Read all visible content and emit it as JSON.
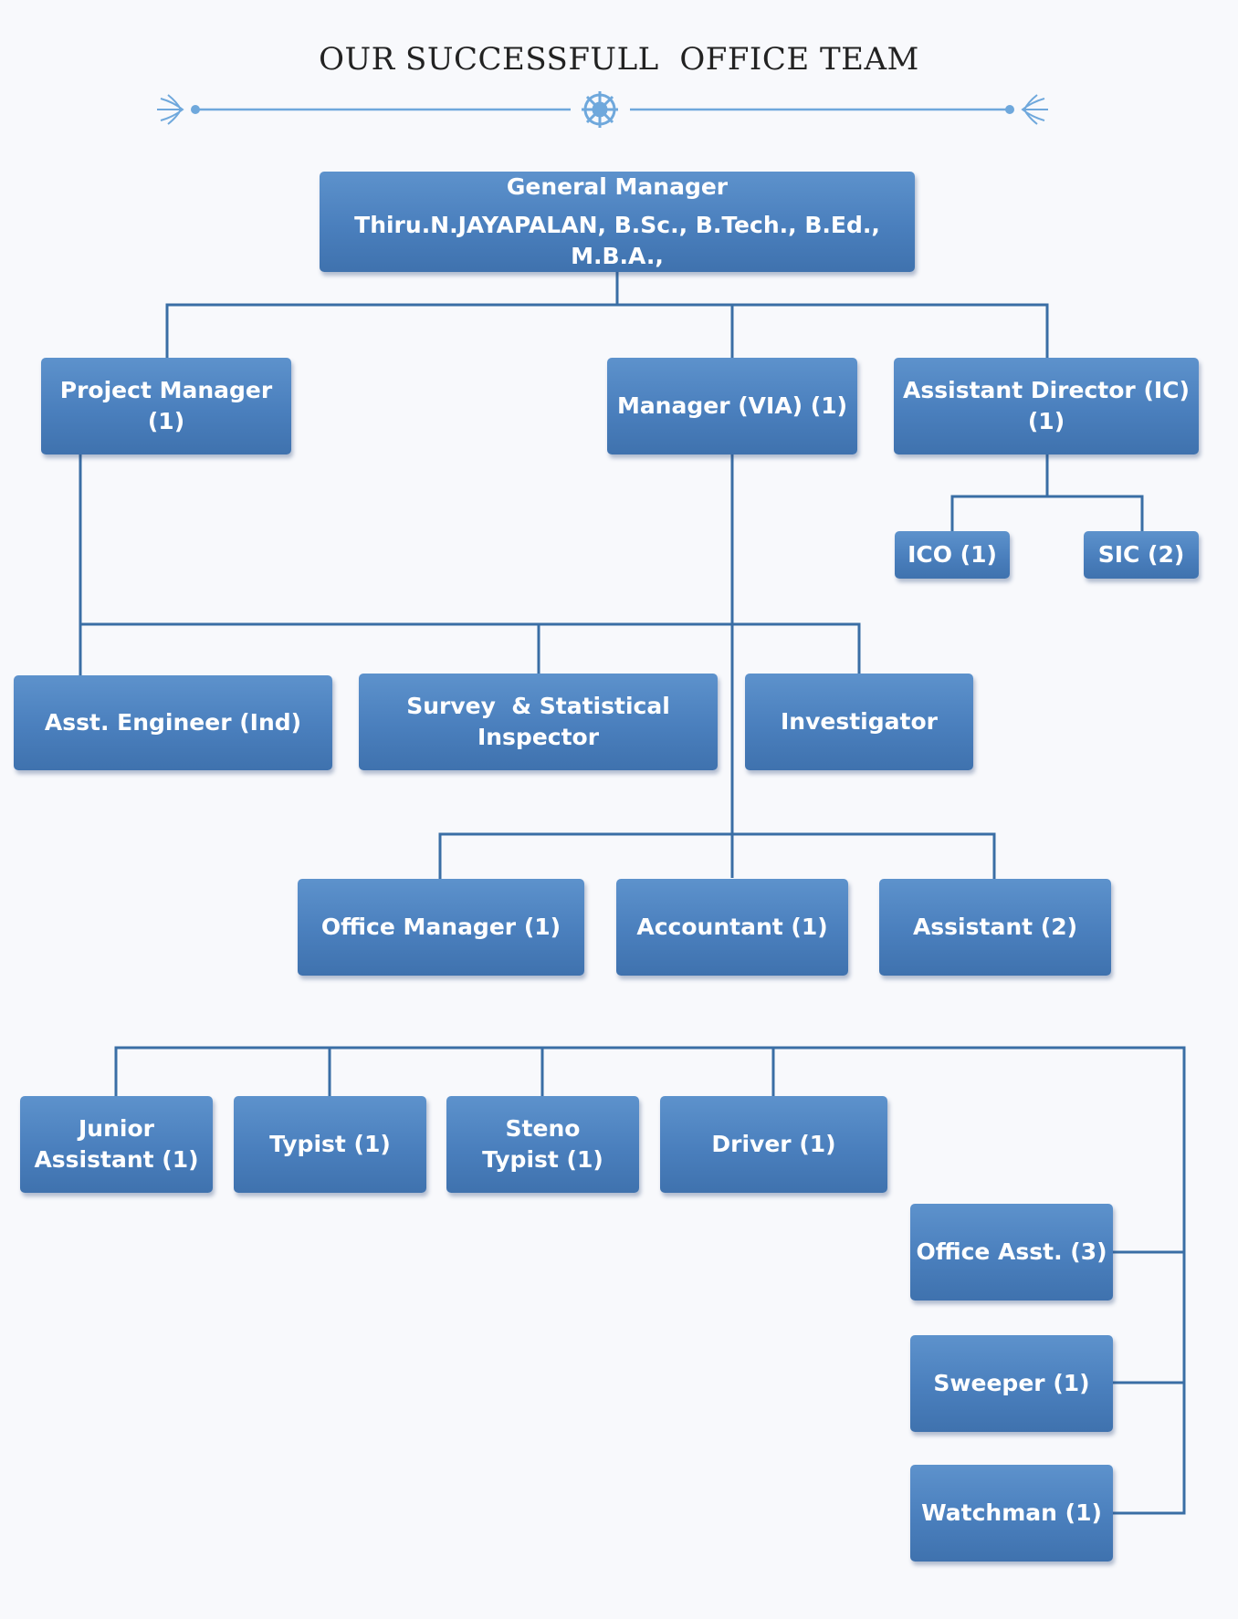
{
  "title": "OUR SUCCESSFULL  OFFICE TEAM",
  "colors": {
    "box": "#4a7fbd",
    "line": "#3a6ea5",
    "ornament": "#6fa8dc"
  },
  "boxes": {
    "general_manager": {
      "line1": "General Manager",
      "line2": "Thiru.N.JAYAPALAN, B.Sc., B.Tech., B.Ed., M.B.A.,"
    },
    "project_manager": "Project Manager (1)",
    "manager_via": "Manager (VIA) (1)",
    "assistant_director": "Assistant Director (IC) (1)",
    "ico": "ICO (1)",
    "sic": "SIC (2)",
    "asst_engineer": "Asst. Engineer (Ind)",
    "survey_inspector": {
      "line1": "Survey  & Statistical",
      "line2": "Inspector"
    },
    "investigator": "Investigator",
    "office_manager": "Office Manager (1)",
    "accountant": "Accountant (1)",
    "assistant": "Assistant (2)",
    "junior_assistant": {
      "line1": "Junior",
      "line2": "Assistant (1)"
    },
    "typist": "Typist (1)",
    "steno_typist": {
      "line1": "Steno",
      "line2": "Typist (1)"
    },
    "driver": "Driver (1)",
    "office_asst": "Office Asst. (3)",
    "sweeper": "Sweeper (1)",
    "watchman": "Watchman (1)"
  }
}
